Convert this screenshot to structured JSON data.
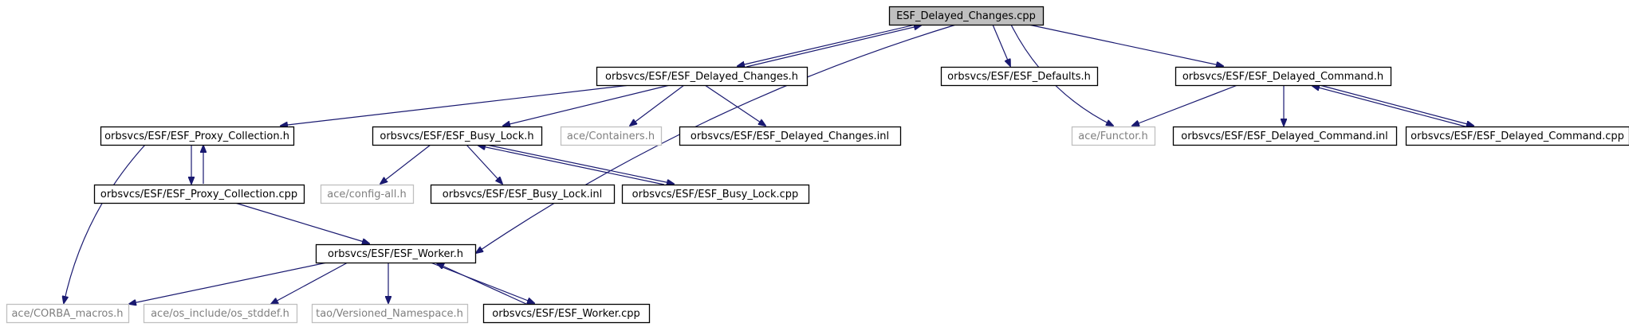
{
  "diagram": {
    "style": {
      "edge_color": "#191970",
      "root_fill": "#bfbfbf",
      "node_fill": "#ffffff",
      "node_border": "#000000",
      "external_border": "#bfbfbf",
      "external_text": "#7f7f7f",
      "text_color": "#000000"
    },
    "nodes": [
      {
        "id": "root",
        "label": "ESF_Delayed_Changes.cpp",
        "kind": "root"
      },
      {
        "id": "dch",
        "label": "orbsvcs/ESF/ESF_Delayed_Changes.h",
        "kind": "normal"
      },
      {
        "id": "defaults",
        "label": "orbsvcs/ESF/ESF_Defaults.h",
        "kind": "normal"
      },
      {
        "id": "dcmd",
        "label": "orbsvcs/ESF/ESF_Delayed_Command.h",
        "kind": "normal"
      },
      {
        "id": "pch",
        "label": "orbsvcs/ESF/ESF_Proxy_Collection.h",
        "kind": "normal"
      },
      {
        "id": "blh",
        "label": "orbsvcs/ESF/ESF_Busy_Lock.h",
        "kind": "normal"
      },
      {
        "id": "containers",
        "label": "ace/Containers.h",
        "kind": "external"
      },
      {
        "id": "dcinl",
        "label": "orbsvcs/ESF/ESF_Delayed_Changes.inl",
        "kind": "normal"
      },
      {
        "id": "functor",
        "label": "ace/Functor.h",
        "kind": "external"
      },
      {
        "id": "dcmdinl",
        "label": "orbsvcs/ESF/ESF_Delayed_Command.inl",
        "kind": "normal"
      },
      {
        "id": "dcmdcpp",
        "label": "orbsvcs/ESF/ESF_Delayed_Command.cpp",
        "kind": "normal"
      },
      {
        "id": "pccpp",
        "label": "orbsvcs/ESF/ESF_Proxy_Collection.cpp",
        "kind": "normal"
      },
      {
        "id": "configall",
        "label": "ace/config-all.h",
        "kind": "external"
      },
      {
        "id": "blinl",
        "label": "orbsvcs/ESF/ESF_Busy_Lock.inl",
        "kind": "normal"
      },
      {
        "id": "blcpp",
        "label": "orbsvcs/ESF/ESF_Busy_Lock.cpp",
        "kind": "normal"
      },
      {
        "id": "workerh",
        "label": "orbsvcs/ESF/ESF_Worker.h",
        "kind": "normal"
      },
      {
        "id": "corba",
        "label": "ace/CORBA_macros.h",
        "kind": "external"
      },
      {
        "id": "osstddef",
        "label": "ace/os_include/os_stddef.h",
        "kind": "external"
      },
      {
        "id": "versioned",
        "label": "tao/Versioned_Namespace.h",
        "kind": "external"
      },
      {
        "id": "workercpp",
        "label": "orbsvcs/ESF/ESF_Worker.cpp",
        "kind": "normal"
      }
    ],
    "edges": [
      {
        "from": "root",
        "to": "dch"
      },
      {
        "from": "root",
        "to": "defaults"
      },
      {
        "from": "root",
        "to": "dcmd"
      },
      {
        "from": "root",
        "to": "functor"
      },
      {
        "from": "root",
        "to": "workerh"
      },
      {
        "from": "dch",
        "to": "root"
      },
      {
        "from": "dch",
        "to": "pch"
      },
      {
        "from": "dch",
        "to": "blh"
      },
      {
        "from": "dch",
        "to": "containers"
      },
      {
        "from": "dch",
        "to": "dcinl"
      },
      {
        "from": "dcmd",
        "to": "functor"
      },
      {
        "from": "dcmd",
        "to": "dcmdinl"
      },
      {
        "from": "dcmd",
        "to": "dcmdcpp"
      },
      {
        "from": "dcmdcpp",
        "to": "dcmd"
      },
      {
        "from": "pch",
        "to": "corba"
      },
      {
        "from": "pch",
        "to": "pccpp"
      },
      {
        "from": "pccpp",
        "to": "pch"
      },
      {
        "from": "pccpp",
        "to": "workerh"
      },
      {
        "from": "blh",
        "to": "configall"
      },
      {
        "from": "blh",
        "to": "blinl"
      },
      {
        "from": "blh",
        "to": "blcpp"
      },
      {
        "from": "blcpp",
        "to": "blh"
      },
      {
        "from": "workerh",
        "to": "corba"
      },
      {
        "from": "workerh",
        "to": "osstddef"
      },
      {
        "from": "workerh",
        "to": "versioned"
      },
      {
        "from": "workerh",
        "to": "workercpp"
      },
      {
        "from": "workercpp",
        "to": "workerh"
      }
    ]
  }
}
